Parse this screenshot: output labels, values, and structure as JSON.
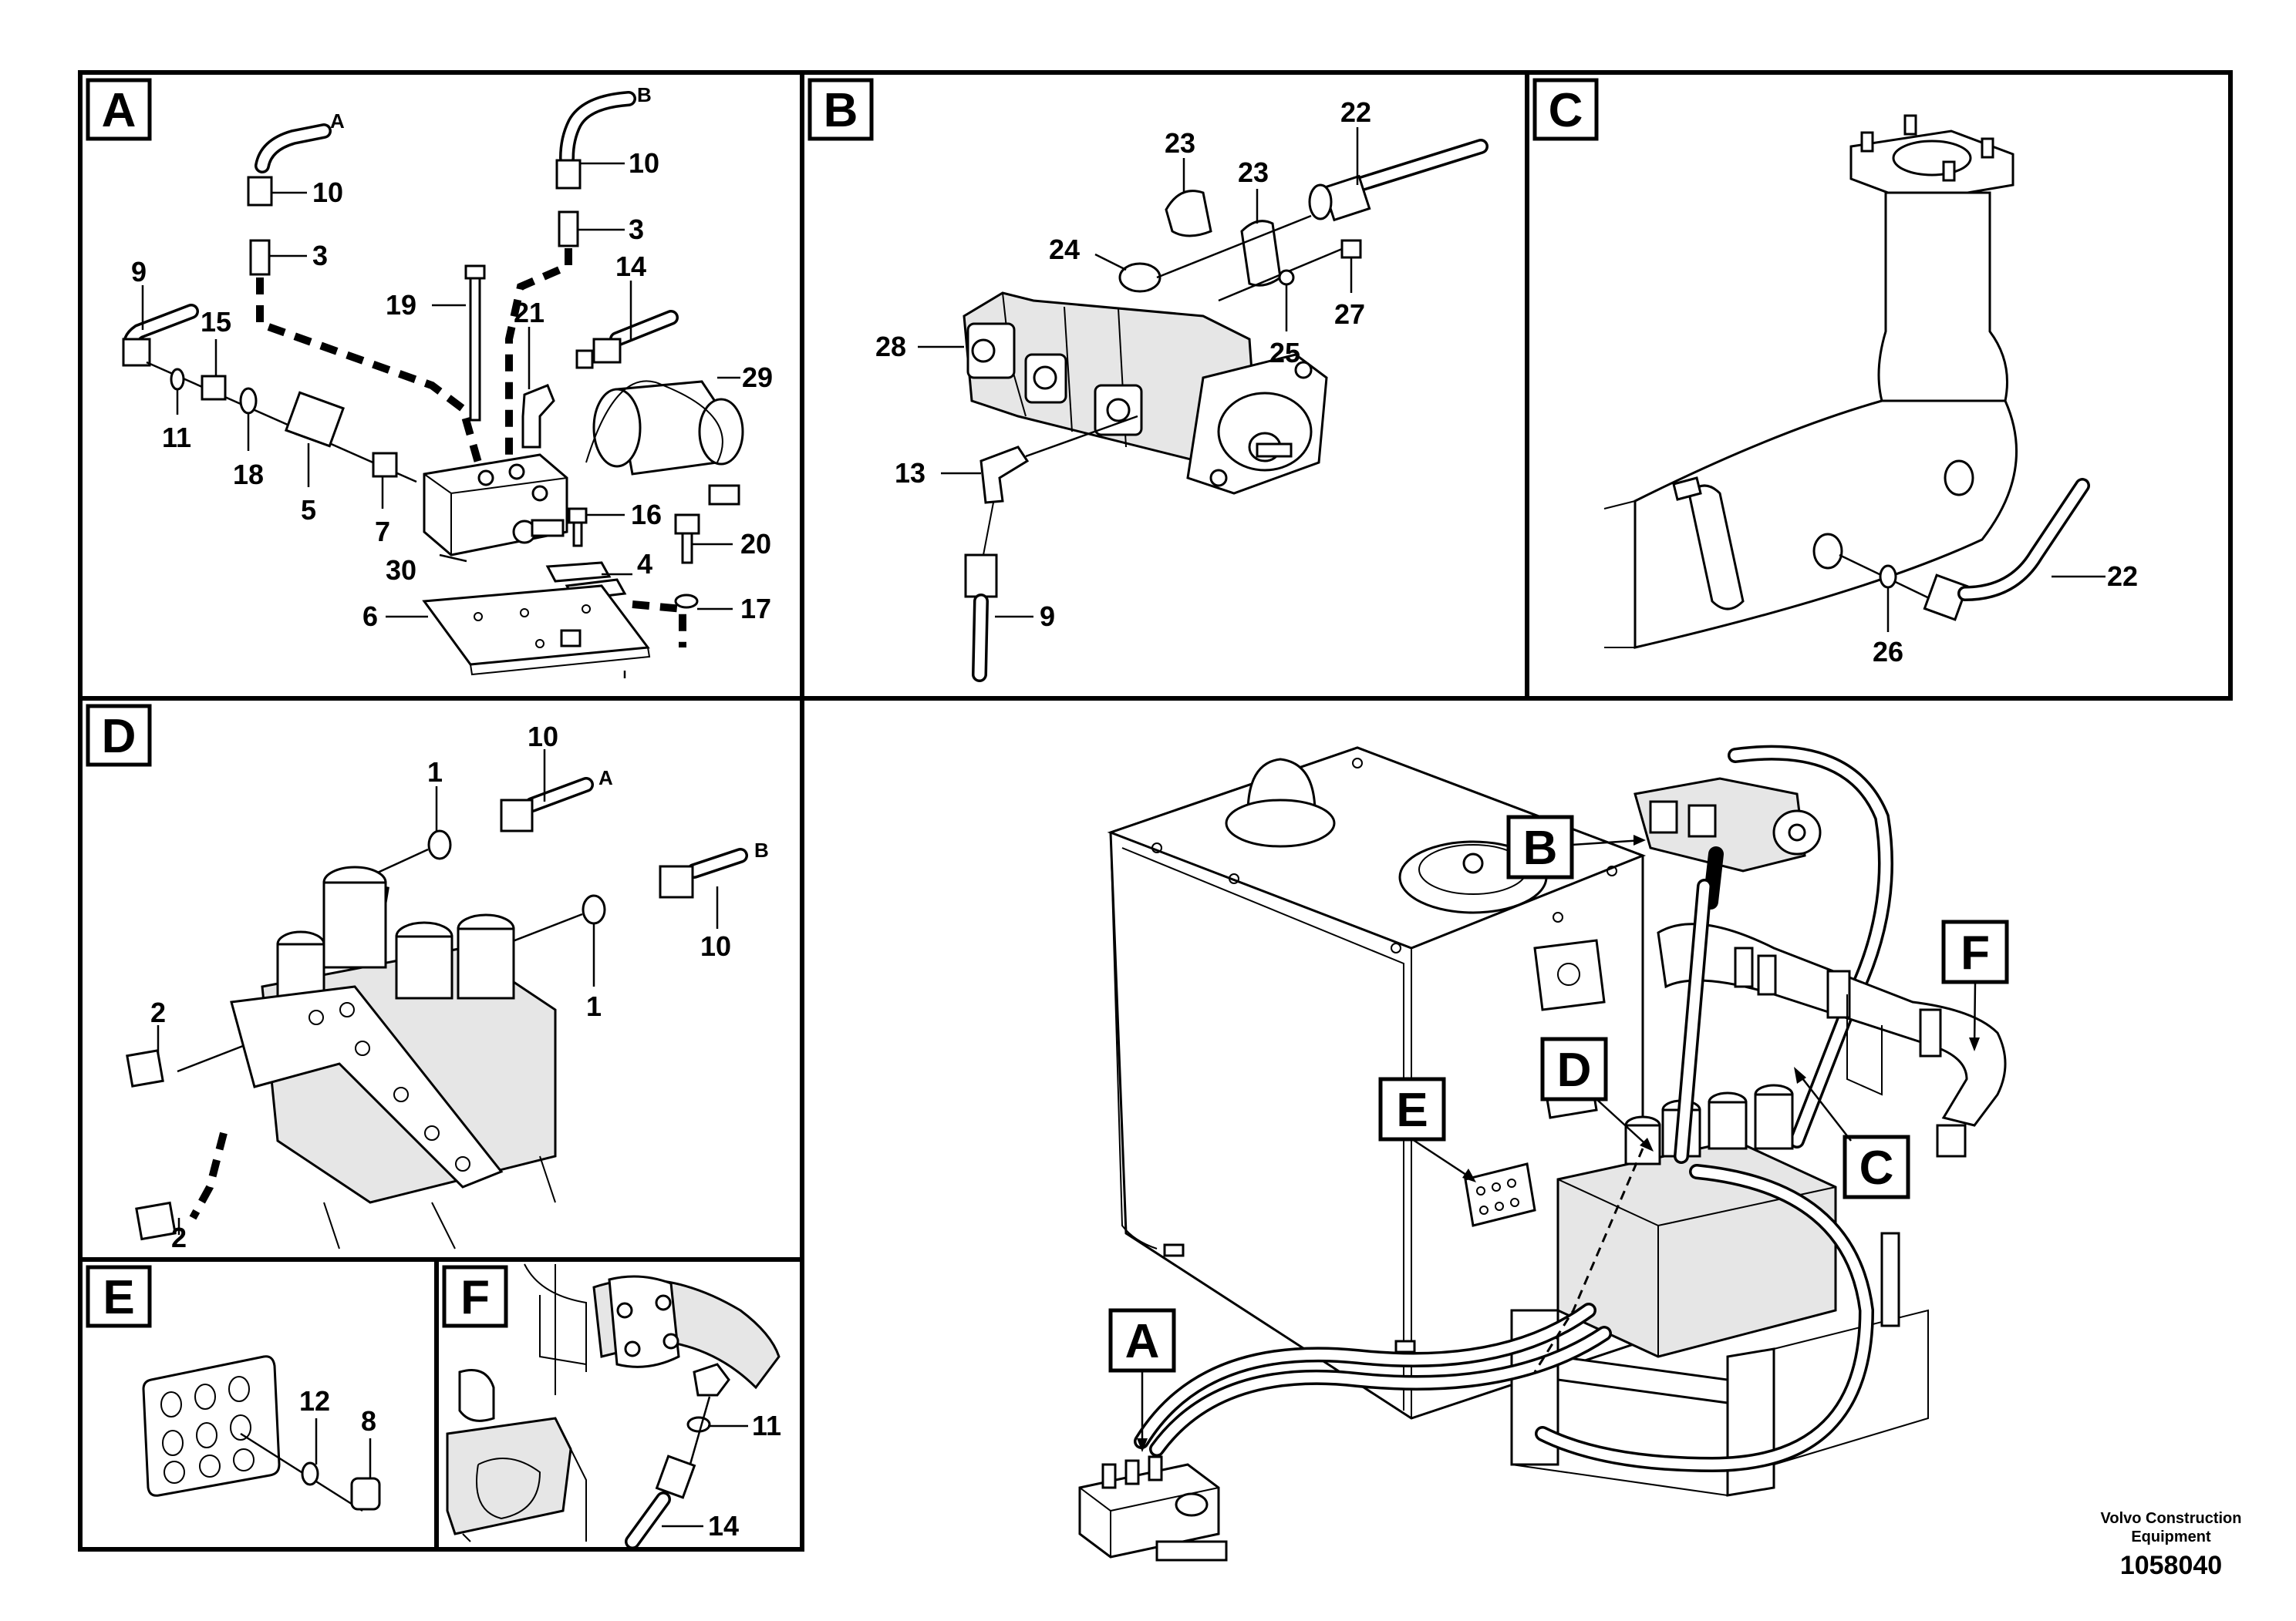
{
  "panels": {
    "A": {
      "label": "A",
      "hose_ends": {
        "a": "A",
        "b": "B"
      },
      "callouts": {
        "n10a": "10",
        "n10b": "10",
        "n3a": "3",
        "n3b": "3",
        "n9": "9",
        "n15": "15",
        "n19": "19",
        "n21": "21",
        "n14": "14",
        "n29": "29",
        "n11": "11",
        "n18": "18",
        "n5": "5",
        "n7": "7",
        "n16": "16",
        "n20": "20",
        "n30": "30",
        "n4": "4",
        "n6": "6",
        "n17": "17"
      }
    },
    "B": {
      "label": "B",
      "callouts": {
        "n23a": "23",
        "n23b": "23",
        "n22": "22",
        "n24": "24",
        "n28": "28",
        "n25": "25",
        "n27": "27",
        "n13": "13",
        "n9": "9"
      }
    },
    "C": {
      "label": "C",
      "callouts": {
        "n22": "22",
        "n26": "26"
      }
    },
    "D": {
      "label": "D",
      "hose_ends": {
        "a": "A",
        "b": "B"
      },
      "callouts": {
        "n10a": "10",
        "n10b": "10",
        "n1a": "1",
        "n1b": "1",
        "n2a": "2",
        "n2b": "2"
      }
    },
    "E": {
      "label": "E",
      "callouts": {
        "n12": "12",
        "n8": "8"
      }
    },
    "F": {
      "label": "F",
      "callouts": {
        "n11": "11",
        "n14": "14"
      }
    }
  },
  "overview": {
    "tags": {
      "A": "A",
      "B": "B",
      "C": "C",
      "D": "D",
      "E": "E",
      "F": "F"
    }
  },
  "footer": {
    "maker_line1": "Volvo Construction",
    "maker_line2": "Equipment",
    "doc_number": "1058040"
  }
}
